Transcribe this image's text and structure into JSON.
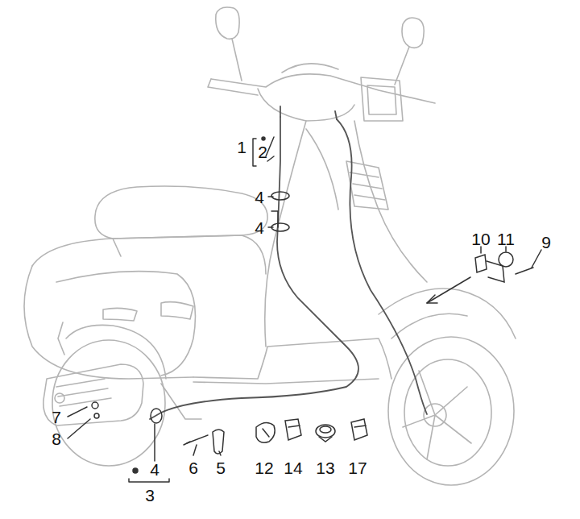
{
  "diagram": {
    "labels": [
      "1",
      "2",
      "4",
      "4",
      "10",
      "11",
      "9",
      "7",
      "8",
      "4",
      "6",
      "5",
      "12",
      "14",
      "13",
      "17",
      "3"
    ]
  }
}
